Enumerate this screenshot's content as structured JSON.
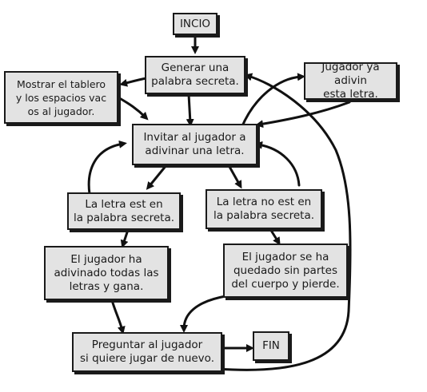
{
  "nodes": {
    "inicio": "INCIO",
    "generar": "Generar una\npalabra secreta.",
    "mostrar": "Mostrar el tablero\ny los espacios vac\nos al jugador.",
    "ya_adivino": "Jugador ya adivin\nesta letra.",
    "invitar": "Invitar al jugador a\nadivinar una letra.",
    "letra_esta": "La letra est en\nla palabra secreta.",
    "letra_no_esta": "La letra no est en\nla palabra secreta.",
    "gana": "El jugador ha\nadivinado todas las\nletras y gana.",
    "pierde": "El jugador se ha\nquedado sin partes\ndel cuerpo y pierde.",
    "preguntar": "Preguntar al jugador\nsi quiere jugar de nuevo.",
    "fin": "FIN"
  },
  "colors": {
    "box_fill": "#e3e3e3",
    "stroke": "#1a1a1a"
  }
}
